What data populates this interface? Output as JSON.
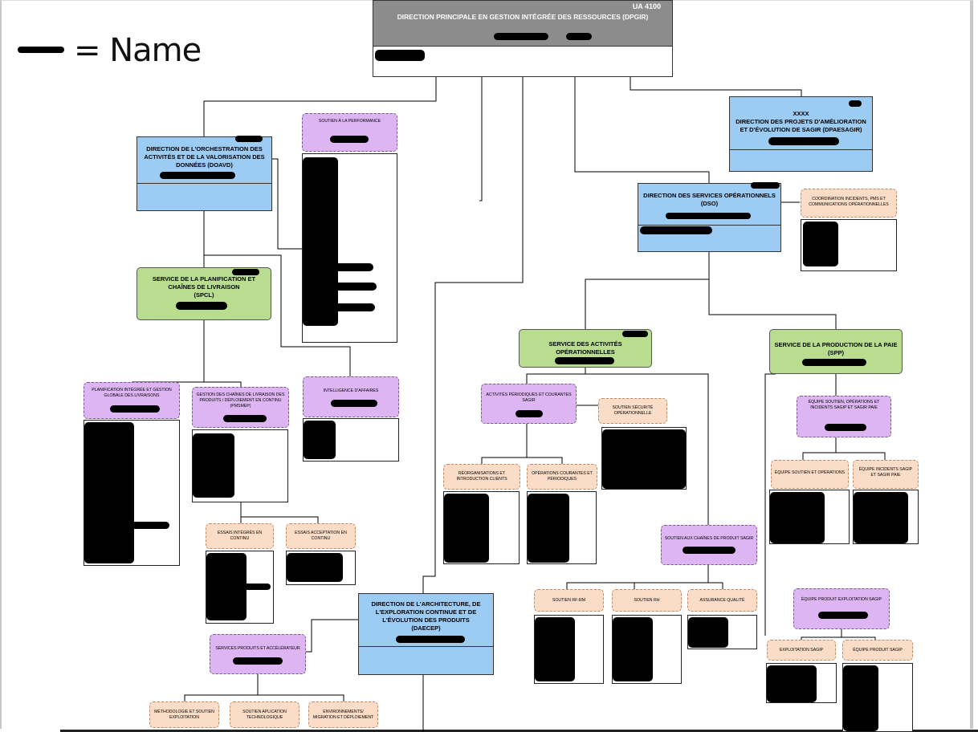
{
  "legend": {
    "label": "= Name"
  },
  "top": {
    "code": "UA 4100",
    "title": "DIRECTION PRINCIPALE EN GESTION INTÉGRÉE DES RESSOURCES (DPGIR)"
  },
  "doavd": {
    "title": "DIRECTION DE L'ORCHESTRATION DES ACTIVITÉS ET DE LA VALORISATION DES DONNÉES (DOAVD)"
  },
  "dpaesagir": {
    "code": "XXXX",
    "title": "DIRECTION DES PROJETS D'AMÉLIORATION ET D'ÉVOLUTION DE SAGIR (DPAESAGIR)"
  },
  "dso": {
    "title": "DIRECTION DES SERVICES OPÉRATIONNELS",
    "code": "(DSO)"
  },
  "daecep": {
    "title": "DIRECTION DE L'ARCHITECTURE, DE L'EXPLORATION CONTINUE ET DE L'ÉVOLUTION DES PRODUITS",
    "code": "(DAECEP)"
  },
  "spcl": {
    "title": "SERVICE DE LA PLANIFICATION ET CHAÎNES DE LIVRAISON",
    "code": "(SPCL)"
  },
  "sao": {
    "title": "SERVICE DES ACTIVITÉS OPÉRATIONNELLES",
    "code": "(SAO)"
  },
  "spp": {
    "title": "SERVICE DE LA PRODUCTION DE LA PAIE",
    "code": "(SPP)"
  },
  "units": {
    "soutien_perf": "SOUTIEN À LA PERFORMANCE",
    "coord_incidents": "COORDINATION INCIDENTS, PMS ET COMMUNICATIONS OPÉRATIONNELLES",
    "planif": "PLANIFICATION INTÉGRÉE ET GESTION GLOBALE DES LIVRAISONS",
    "gestion_chaines": "GESTION DES CHAÎNES DE LIVRAISON DES PRODUITS / DÉPLOIEMENT EN CONTINU (PMSMEP)",
    "intelligence": "INTELLIGENCE D'AFFAIRES",
    "essais_integres": "ESSAIS INTÉGRÉS EN CONTINU",
    "essais_accept": "ESSAIS ACCEPTATION EN CONTINU",
    "activites_periodiques": "ACTIVITÉS PÉRIODIQUES ET COURANTES SAGIR",
    "soutien_securite": "SOUTIEN SÉCURITÉ OPÉRATIONNELLE",
    "reorg": "RÉORGANISATIONS ET INTRODUCTION CLIENTS",
    "operations_courantes": "OPÉRATIONS COURANTES ET PÉRIODIQUES",
    "soutien_chaines": "SOUTIEN AUX CHAÎNES DE PRODUIT SAGIR",
    "soutien_rfrm": "SOUTIEN RF-RM",
    "soutien_rh": "SOUTIEN RH",
    "assurance": "ASSURANCE QUALITÉ",
    "equipe_soutien_ops": "ÉQUIPE SOUTIEN, OPÉRATIONS ET INCIDENTS SAGIP ET SAGIR PAIE",
    "equipe_soutien": "ÉQUIPE SOUTIEN ET OPÉRATIONS",
    "equipe_incidents": "ÉQUIPE INCIDENTS SAGIP ET SAGIR PAIE",
    "equipe_produit": "ÉQUIPE PRODUIT EXPLOITATION SAGIP",
    "exploitation": "EXPLOITATION SAGIP",
    "equipe_produit_sagip": "ÉQUIPE PRODUIT SAGIP",
    "services_produits": "SERVICES PRODUITS ET ACCÉLÉRATEUR",
    "methodologie": "MÉTHODOLOGIE ET SOUTIEN EXPLOITATION",
    "soutien_applic": "SOUTIEN APLICATION TECHNOLOGIQUE",
    "environnements": "ENVIRONNEMENTS/ MIGRATION ET DÉPLOIEMENT"
  }
}
